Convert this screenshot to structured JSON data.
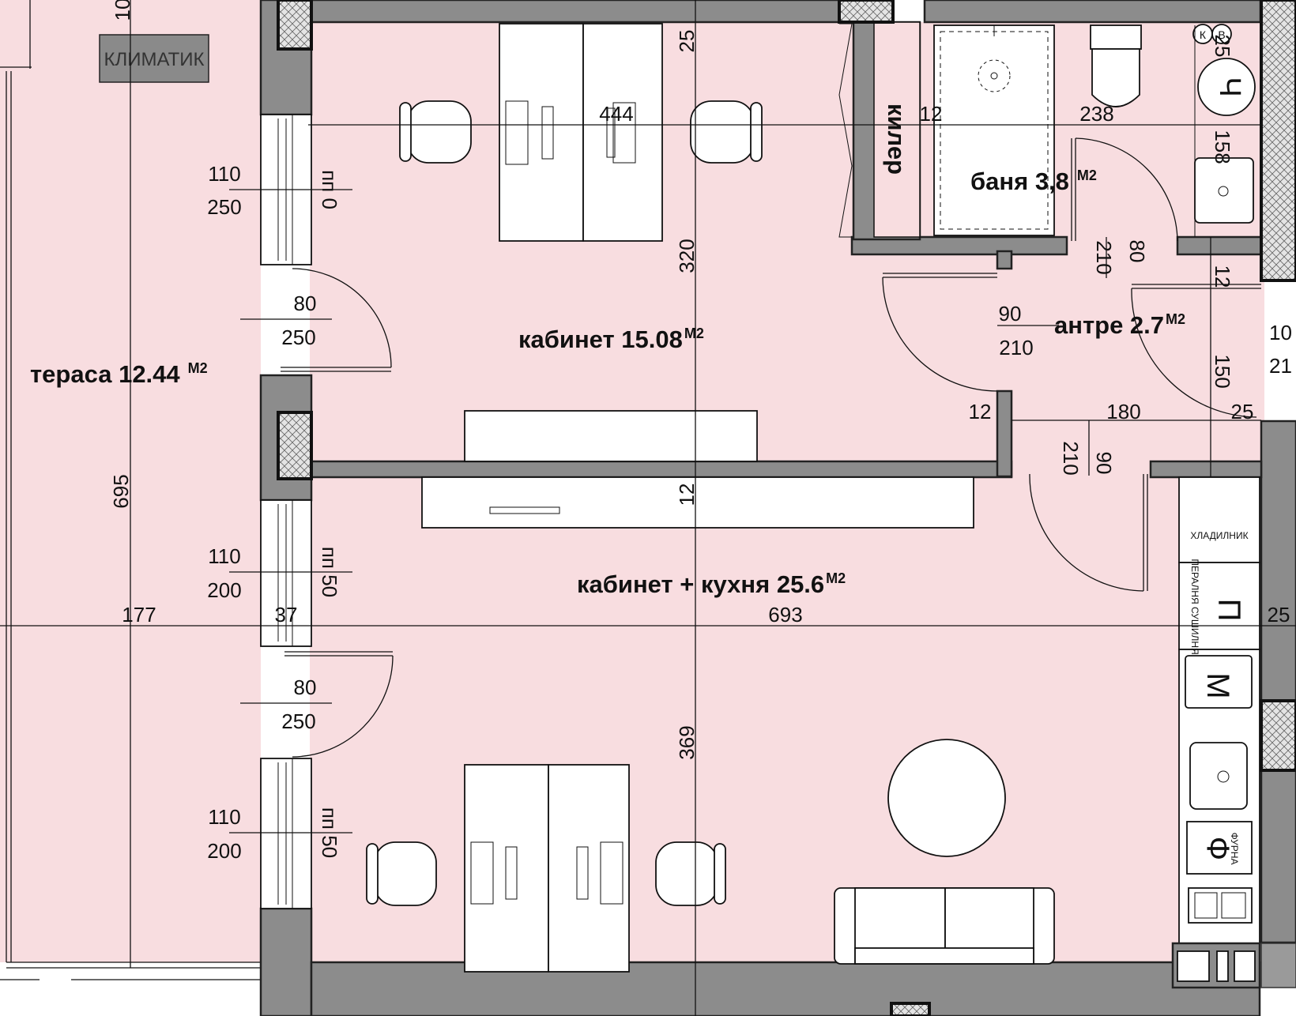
{
  "colors": {
    "room_fill": "#f8dde0",
    "wall": "#8c8c8c",
    "text": "#111111"
  },
  "rooms": {
    "terrace": {
      "name": "тераса 12.44",
      "unit": "М2"
    },
    "office": {
      "name": "кабинет 15.08",
      "unit": "М2"
    },
    "office_kitchen": {
      "name": "кабинет + кухня 25.6",
      "unit": "М2"
    },
    "bathroom": {
      "name": "баня 3,8",
      "unit": "М2"
    },
    "entrance": {
      "name": "антре 2.7",
      "unit": "М2"
    },
    "closet": {
      "name": "килер"
    }
  },
  "labels": {
    "air_conditioner": "КЛИМАТИК",
    "fridge": "ХЛАДИЛНИК",
    "washer_dryer": "ПЕРАЛНЯ СУШИЛНЯ",
    "washer_letter": "П",
    "microwave_letter": "М",
    "oven": "ФУРНА",
    "oven_letter": "Ф",
    "shaft_letter": "Ч",
    "k_mark": "К",
    "v_mark": "В"
  },
  "openings": {
    "window_top": {
      "width": "110",
      "height": "250",
      "sill": "пп 0"
    },
    "door_top": {
      "width": "80",
      "height": "250"
    },
    "window_mid": {
      "width": "110",
      "height": "200",
      "sill": "пп 50"
    },
    "door_bottom": {
      "width": "80",
      "height": "250"
    },
    "window_bottom": {
      "width": "110",
      "height": "200",
      "sill": "пп 50"
    },
    "door_bath": {
      "width": "80",
      "height": "210"
    },
    "door_office": {
      "width": "90",
      "height": "210"
    },
    "door_kitchen": {
      "width": "90",
      "height": "210"
    },
    "door_entrance_partial": {
      "width": "10",
      "height": "21"
    }
  },
  "dimensions": {
    "top_25": "25",
    "top_10": "10",
    "office_width": "444",
    "wall_12a": "12",
    "bath_width": "238",
    "bath_158": "158",
    "top_25b": "25",
    "office_depth": "320",
    "wall_12b": "12",
    "entrance_150": "150",
    "wall_12c": "12",
    "entrance_180": "180",
    "wall_25c": "25",
    "partition_12": "12",
    "terrace_695": "695",
    "terrace_177": "177",
    "wall_37": "37",
    "main_693": "693",
    "wall_25d": "25",
    "kitchen_369": "369"
  }
}
